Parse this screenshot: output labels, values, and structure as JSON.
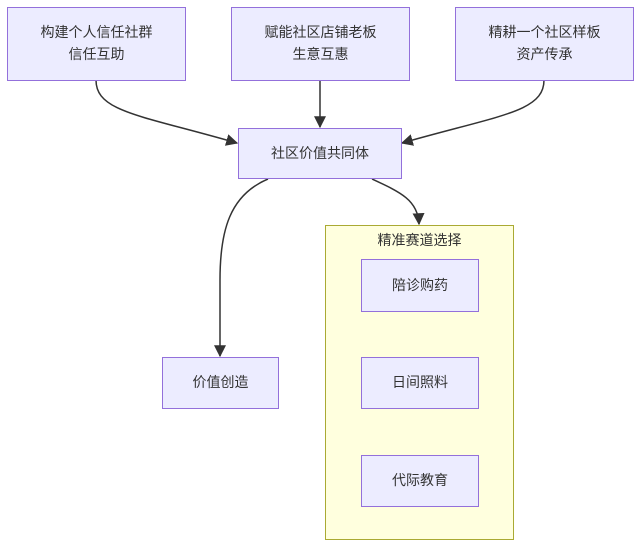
{
  "diagram": {
    "type": "flowchart",
    "colors": {
      "node_fill": "#ECECFF",
      "node_stroke": "#9370DB",
      "cluster_fill": "#FFFFDE",
      "cluster_stroke": "#AAAA33",
      "edge": "#333333",
      "text": "#333333"
    },
    "nodes": {
      "n1": {
        "lines": [
          "构建个人信任社群",
          "信任互助"
        ]
      },
      "n2": {
        "lines": [
          "赋能社区店铺老板",
          "生意互惠"
        ]
      },
      "n3": {
        "lines": [
          "精耕一个社区样板",
          "资产传承"
        ]
      },
      "center": {
        "label": "社区价值共同体"
      },
      "value": {
        "label": "价值创造"
      },
      "t1": {
        "label": "陪诊购药"
      },
      "t2": {
        "label": "日间照料"
      },
      "t3": {
        "label": "代际教育"
      }
    },
    "cluster": {
      "title": "精准赛道选择"
    },
    "edges": [
      {
        "from": "构建个人信任社群 信任互助",
        "to": "社区价值共同体"
      },
      {
        "from": "赋能社区店铺老板 生意互惠",
        "to": "社区价值共同体"
      },
      {
        "from": "精耕一个社区样板 资产传承",
        "to": "社区价值共同体"
      },
      {
        "from": "社区价值共同体",
        "to": "价值创造"
      },
      {
        "from": "社区价值共同体",
        "to": "精准赛道选择"
      }
    ]
  }
}
